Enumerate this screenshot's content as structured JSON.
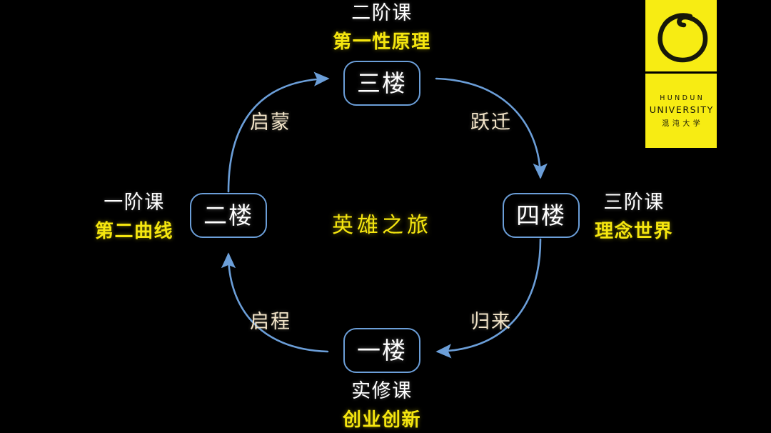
{
  "diagram": {
    "center_title": "英雄之旅",
    "accent_yellow": "#f5e60f",
    "edge_color": "#6b9ed8",
    "label_color": "#f2e4c8",
    "background": "#000000",
    "nodes": [
      {
        "id": "floor3",
        "label": "三楼",
        "position": "top"
      },
      {
        "id": "floor2",
        "label": "二楼",
        "position": "left"
      },
      {
        "id": "floor4",
        "label": "四楼",
        "position": "right"
      },
      {
        "id": "floor1",
        "label": "一楼",
        "position": "bottom"
      }
    ],
    "captions": [
      {
        "id": "top",
        "title": "二阶课",
        "subtitle": "第一性原理"
      },
      {
        "id": "left",
        "title": "一阶课",
        "subtitle": "第二曲线"
      },
      {
        "id": "right",
        "title": "三阶课",
        "subtitle": "理念世界"
      },
      {
        "id": "bottom",
        "title": "实修课",
        "subtitle": "创业创新"
      }
    ],
    "edges": [
      {
        "id": "qimeng",
        "label": "启蒙",
        "from": "floor2",
        "to": "floor3"
      },
      {
        "id": "yueqian",
        "label": "跃迁",
        "from": "floor3",
        "to": "floor4"
      },
      {
        "id": "guilai",
        "label": "归来",
        "from": "floor4",
        "to": "floor1"
      },
      {
        "id": "qicheng",
        "label": "启程",
        "from": "floor1",
        "to": "floor2"
      }
    ]
  },
  "logo": {
    "line1": "HUNDUN",
    "line2": "UNIVERSITY",
    "line3": "混沌大学",
    "mark": "enso-circle-icon",
    "color": "#f7ec13"
  }
}
